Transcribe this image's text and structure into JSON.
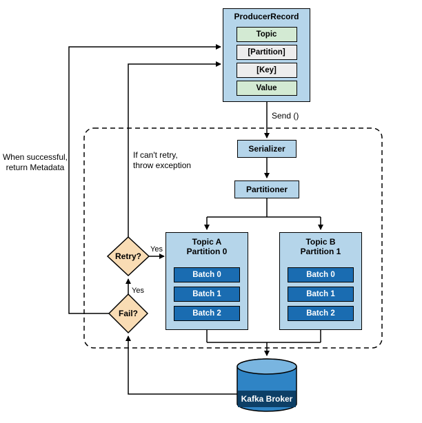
{
  "producer_record": {
    "title": "ProducerRecord",
    "fields": [
      {
        "label": "Topic",
        "type": "green"
      },
      {
        "label": "[Partition]",
        "type": "gray"
      },
      {
        "label": "[Key]",
        "type": "gray"
      },
      {
        "label": "Value",
        "type": "green"
      }
    ]
  },
  "labels": {
    "send": "Send ()",
    "serializer": "Serializer",
    "partitioner": "Partitioner",
    "retry": "Retry?",
    "fail": "Fail?",
    "yes_after_fail": "Yes",
    "yes_after_retry": "Yes",
    "success_line1": "When successful,",
    "success_line2": "return Metadata",
    "cant_retry_line1": "If can't retry,",
    "cant_retry_line2": "throw exception",
    "broker": "Kafka Broker"
  },
  "topics": [
    {
      "title": "Topic A",
      "subtitle": "Partition 0",
      "batches": [
        "Batch 0",
        "Batch 1",
        "Batch 2"
      ]
    },
    {
      "title": "Topic B",
      "subtitle": "Partition 1",
      "batches": [
        "Batch 0",
        "Batch 1",
        "Batch 2"
      ]
    }
  ],
  "colors": {
    "light_blue": "#b5d5ea",
    "green": "#d3ead3",
    "gray": "#ededed",
    "batch_blue": "#1a6cb1",
    "band_navy": "#0d3f66",
    "cylinder_blue": "#2f84c5",
    "cylinder_top": "#79b5e0",
    "diamond_tan": "#f9dcb4"
  }
}
